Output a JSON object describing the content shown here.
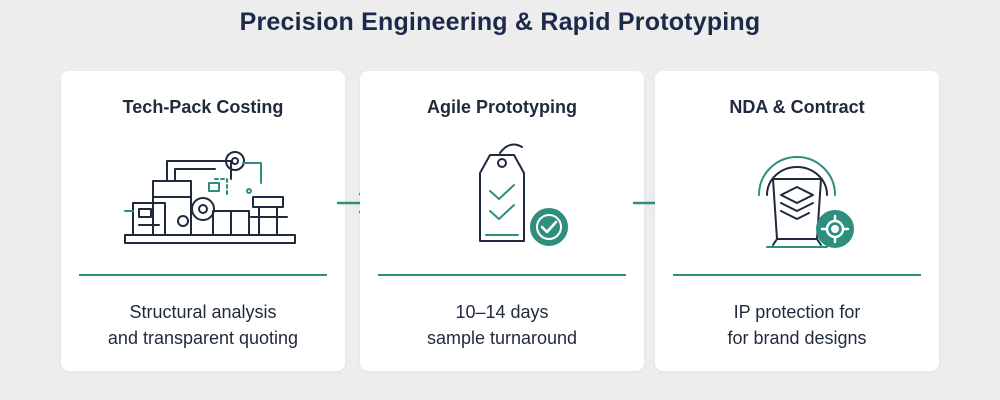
{
  "title": "Precision Engineering & Rapid Prototyping",
  "steps": [
    {
      "title": "Tech-Pack Costing",
      "icon": "machinery-icon",
      "desc_line1": "Structural analysis",
      "desc_line2": "and transparent quoting"
    },
    {
      "title": "Agile Prototyping",
      "icon": "checked-tag-icon",
      "desc_line1": "10–14 days",
      "desc_line2": "sample turnaround"
    },
    {
      "title": "NDA & Contract",
      "icon": "shield-settings-icon",
      "desc_line1": "IP protection for",
      "desc_line2": "for brand designs"
    }
  ],
  "colors": {
    "accent": "#2f8f7e",
    "ink": "#1f2a3c",
    "title": "#1b2a4a",
    "background": "#ededed",
    "card": "#ffffff"
  }
}
